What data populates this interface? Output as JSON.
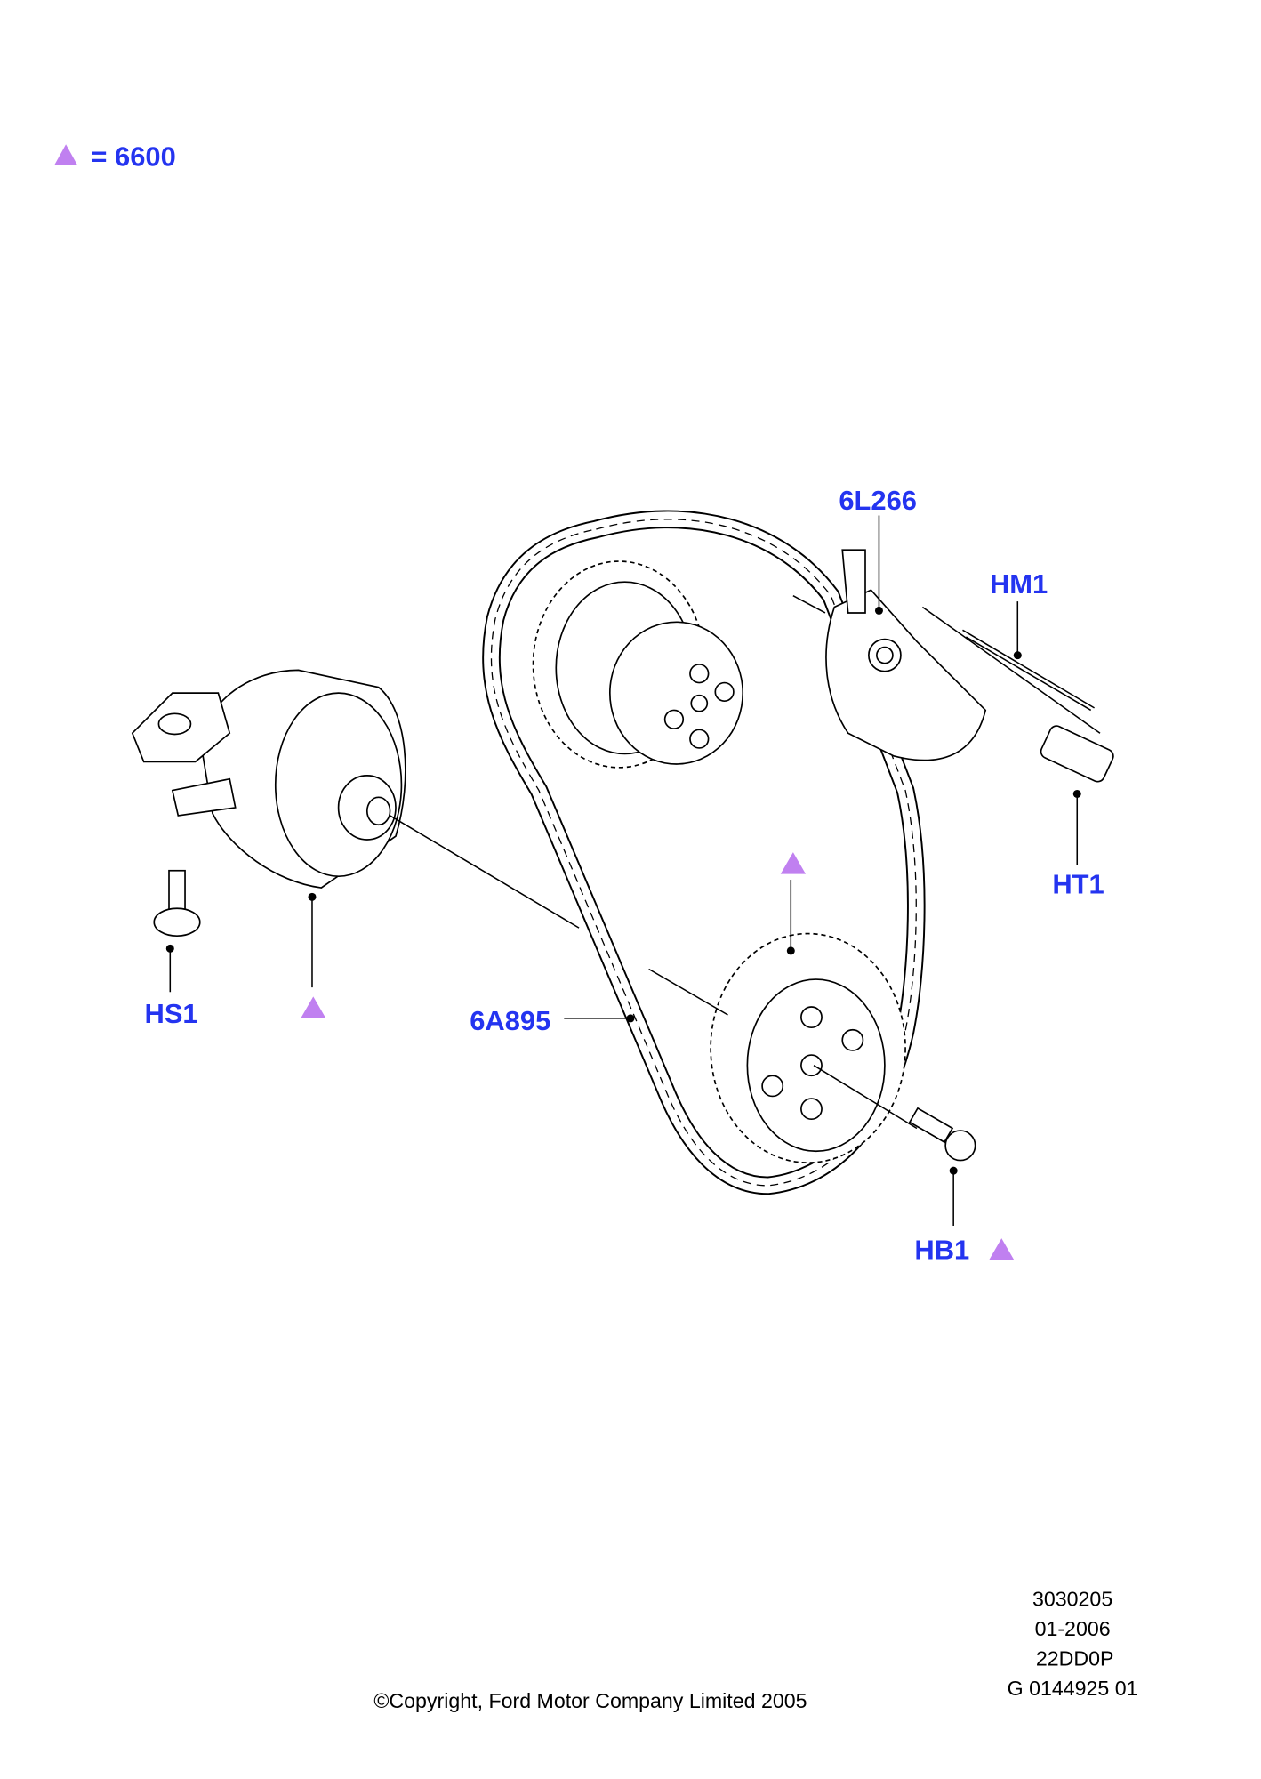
{
  "legend": {
    "symbol": "triangle",
    "text": "= 6600",
    "color": "#c080f0"
  },
  "labels": {
    "p6l266": "6L266",
    "hm1": "HM1",
    "ht1": "HT1",
    "hs1": "HS1",
    "p6a895": "6A895",
    "hb1": "HB1"
  },
  "footer": {
    "ref1": "3030205",
    "ref2": "01-2006",
    "ref3": "22DD0P",
    "ref4": "G 0144925 01",
    "copyright": "©Copyright, Ford Motor Company Limited 2005"
  },
  "colors": {
    "label": "#2434f0",
    "marker": "#c080f0"
  }
}
